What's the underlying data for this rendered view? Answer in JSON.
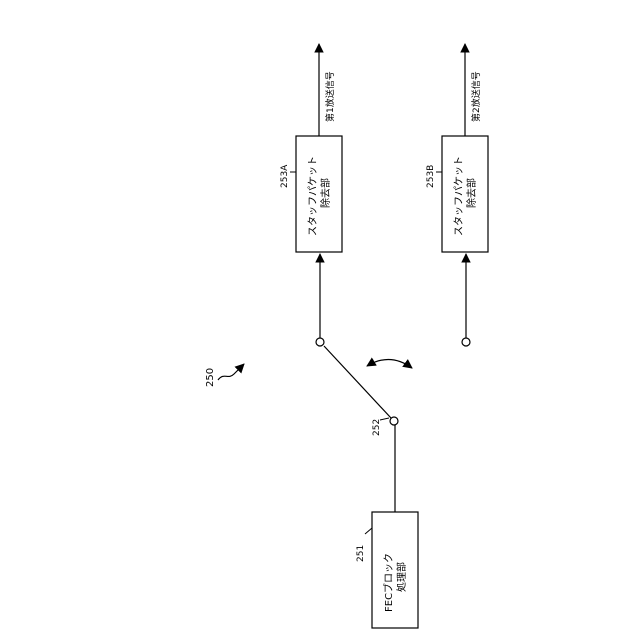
{
  "figure_label": "250",
  "switch_label": "252",
  "fec_block": {
    "ref": "251",
    "line1": "FECブロック",
    "line2": "処理部"
  },
  "remover_a": {
    "ref": "253A",
    "line1": "スタッフパケット",
    "line2": "除去部",
    "output": "第1放送信号"
  },
  "remover_b": {
    "ref": "253B",
    "line1": "スタッフパケット",
    "line2": "除去部",
    "output": "第2放送信号"
  }
}
